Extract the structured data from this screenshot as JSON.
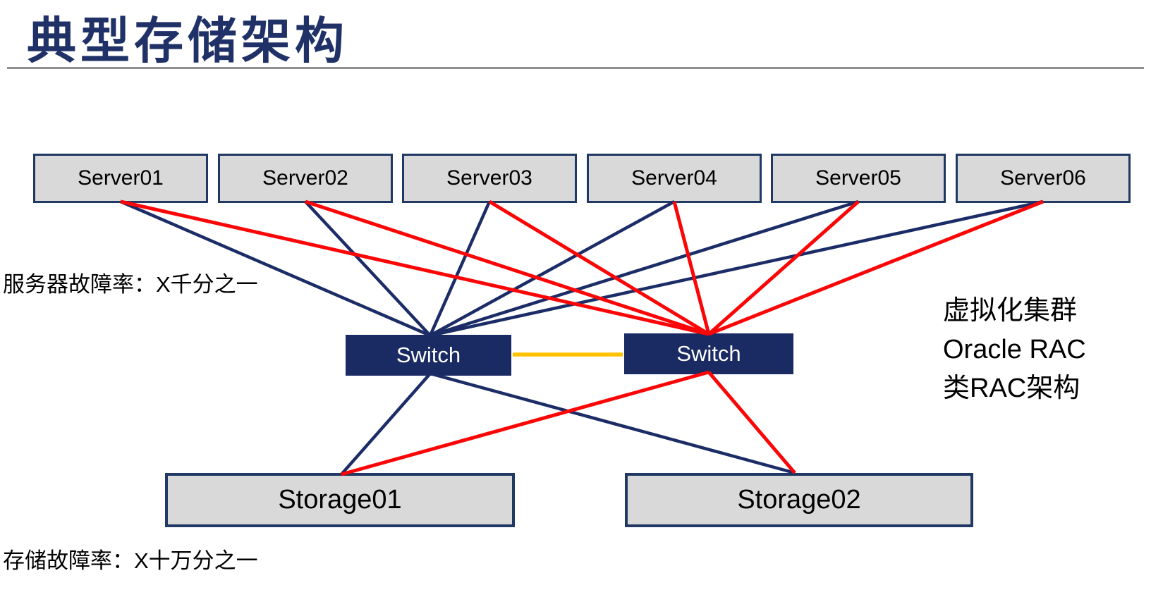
{
  "title": "典型存储架构",
  "labels": {
    "server_failure_rate": "服务器故障率：X千分之一",
    "storage_failure_rate": "存储故障率：X十万分之一"
  },
  "annotation": {
    "line1": "虚拟化集群",
    "line2": "Oracle RAC",
    "line3": "类RAC架构"
  },
  "nodes": {
    "servers": [
      {
        "label": "Server01"
      },
      {
        "label": "Server02"
      },
      {
        "label": "Server03"
      },
      {
        "label": "Server04"
      },
      {
        "label": "Server05"
      },
      {
        "label": "Server06"
      }
    ],
    "switches": [
      {
        "label": "Switch"
      },
      {
        "label": "Switch"
      }
    ],
    "storages": [
      {
        "label": "Storage01"
      },
      {
        "label": "Storage02"
      }
    ]
  },
  "edges": [
    {
      "from": "Server01",
      "to": "Switch-left",
      "color": "navy"
    },
    {
      "from": "Server02",
      "to": "Switch-left",
      "color": "navy"
    },
    {
      "from": "Server03",
      "to": "Switch-left",
      "color": "navy"
    },
    {
      "from": "Server04",
      "to": "Switch-left",
      "color": "navy"
    },
    {
      "from": "Server05",
      "to": "Switch-left",
      "color": "navy"
    },
    {
      "from": "Server06",
      "to": "Switch-left",
      "color": "navy"
    },
    {
      "from": "Server01",
      "to": "Switch-right",
      "color": "red"
    },
    {
      "from": "Server02",
      "to": "Switch-right",
      "color": "red"
    },
    {
      "from": "Server03",
      "to": "Switch-right",
      "color": "red"
    },
    {
      "from": "Server04",
      "to": "Switch-right",
      "color": "red"
    },
    {
      "from": "Server05",
      "to": "Switch-right",
      "color": "red"
    },
    {
      "from": "Server06",
      "to": "Switch-right",
      "color": "red"
    },
    {
      "from": "Switch-left",
      "to": "Switch-right",
      "color": "orange"
    },
    {
      "from": "Switch-left",
      "to": "Storage01",
      "color": "navy"
    },
    {
      "from": "Switch-left",
      "to": "Storage02",
      "color": "navy"
    },
    {
      "from": "Switch-right",
      "to": "Storage01",
      "color": "red"
    },
    {
      "from": "Switch-right",
      "to": "Storage02",
      "color": "red"
    }
  ],
  "colors": {
    "navy": "#1C2C66",
    "red": "#FB0606",
    "orange": "#FFC000",
    "box_fill": "#D9D9D9",
    "box_border": "#1F3864",
    "switch_fill": "#1A2A63",
    "title": "#1F3166",
    "text": "#000000",
    "divider": "#8F8F8F"
  }
}
